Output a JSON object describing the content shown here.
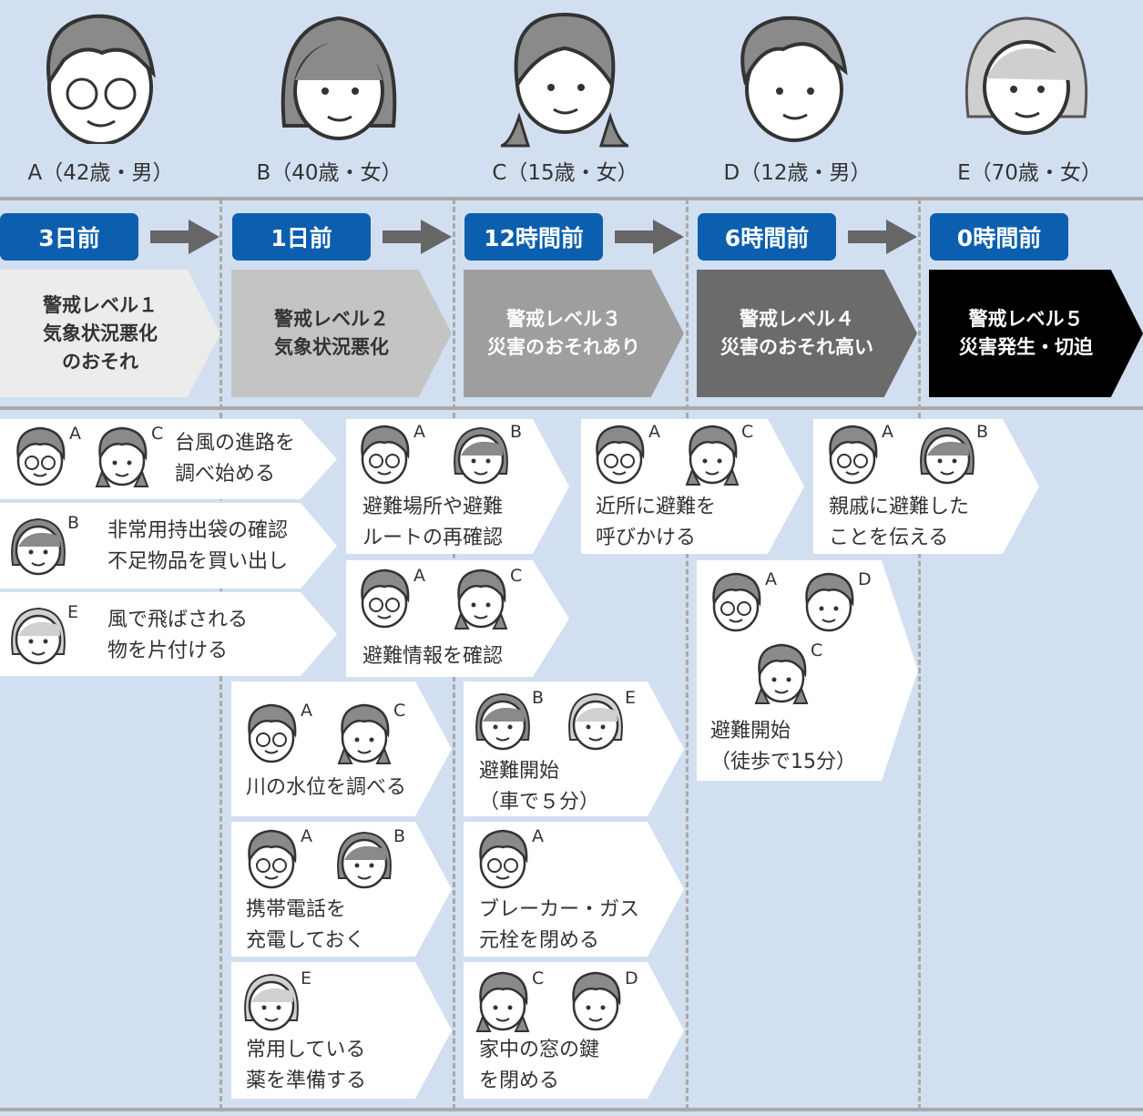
{
  "members": [
    {
      "id": "A",
      "label": "A（42歳・男）",
      "icon": "man-glasses-icon"
    },
    {
      "id": "B",
      "label": "B（40歳・女）",
      "icon": "woman-icon"
    },
    {
      "id": "C",
      "label": "C（15歳・女）",
      "icon": "girl-pigtails-icon"
    },
    {
      "id": "D",
      "label": "D（12歳・男）",
      "icon": "boy-icon"
    },
    {
      "id": "E",
      "label": "E（70歳・女）",
      "icon": "grandmother-icon"
    }
  ],
  "stages": [
    {
      "time": "3日前",
      "level": "警戒レベル１\n気象状況悪化\nのおそれ",
      "color": "#ececec",
      "text_color": "#333333"
    },
    {
      "time": "1日前",
      "level": "警戒レベル２\n気象状況悪化",
      "color": "#c4c4c4",
      "text_color": "#333333"
    },
    {
      "time": "12時間前",
      "level": "警戒レベル３\n災害のおそれあり",
      "color": "#9e9e9e",
      "text_color": "#ffffff"
    },
    {
      "time": "6時間前",
      "level": "警戒レベル４\n災害のおそれ高い",
      "color": "#6b6b6b",
      "text_color": "#ffffff"
    },
    {
      "time": "0時間前",
      "level": "警戒レベル５\n災害発生・切迫",
      "color": "#000000",
      "text_color": "#ffffff"
    }
  ],
  "actions": {
    "s1_typhoon": {
      "members": [
        "A",
        "C"
      ],
      "text": "台風の進路を\n調べ始める"
    },
    "s1_bag": {
      "members": [
        "B"
      ],
      "text": "非常用持出袋の確認\n不足物品を買い出し"
    },
    "s1_wind": {
      "members": [
        "E"
      ],
      "text": "風で飛ばされる\n物を片付ける"
    },
    "s2_route": {
      "members": [
        "A",
        "B"
      ],
      "text": "避難場所や避難\nルートの再確認"
    },
    "s2_info": {
      "members": [
        "A",
        "C"
      ],
      "text": "避難情報を確認"
    },
    "s2_river": {
      "members": [
        "A",
        "C"
      ],
      "text": "川の水位を調べる"
    },
    "s2_phone": {
      "members": [
        "A",
        "B"
      ],
      "text": "携帯電話を\n充電しておく"
    },
    "s2_medicine": {
      "members": [
        "E"
      ],
      "text": "常用している\n薬を準備する"
    },
    "s3_neighbors": {
      "members": [
        "A",
        "C"
      ],
      "text": "近所に避難を\n呼びかける"
    },
    "s3_evac_car": {
      "members": [
        "B",
        "E"
      ],
      "text": "避難開始\n（車で５分）"
    },
    "s3_breaker": {
      "members": [
        "A"
      ],
      "text": "ブレーカー・ガス\n元栓を閉める"
    },
    "s3_window": {
      "members": [
        "C",
        "D"
      ],
      "text": "家中の窓の鍵\nを閉める"
    },
    "s4_evac_walk": {
      "members": [
        "A",
        "D",
        "C"
      ],
      "text": "避難開始\n（徒歩で15分）"
    },
    "s5_relatives": {
      "members": [
        "A",
        "B"
      ],
      "text": "親戚に避難した\nことを伝える"
    }
  }
}
